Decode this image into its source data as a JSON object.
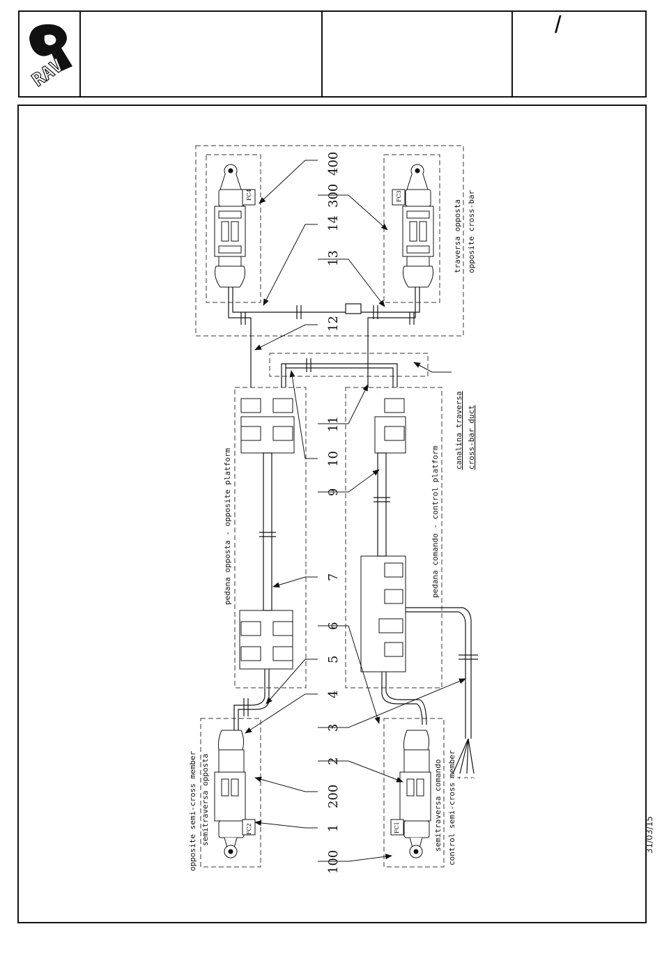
{
  "title_block": {
    "logo_text": "RAV",
    "revision_mark": "/"
  },
  "date": "31/03/15",
  "labels": {
    "pedana_opposta": "pedana opposta - opposite platform",
    "pedana_comando": "pedana comando - control platform",
    "traversa_opposta_it": "traversa opposta",
    "traversa_opposta_en": "opposite cross-bar",
    "canalina_it": "canalina traversa",
    "canalina_en": "cross-bar duct",
    "semitraversa_opposta_en": "opposite semi-cross member",
    "semitraversa_opposta_it": "semitraversa opposta",
    "semitraversa_comando_it": "semitraversa comando",
    "semitraversa_comando_en": "control semi-cross member"
  },
  "callouts": {
    "n1": "1",
    "n2": "2",
    "n3": "3",
    "n4": "4",
    "n5": "5",
    "n6": "6",
    "n7": "7",
    "n9": "9",
    "n10": "10",
    "n11": "11",
    "n12": "12",
    "n13": "13",
    "n14": "14",
    "n100": "100",
    "n200": "200",
    "n300": "300",
    "n400": "400"
  },
  "switches": {
    "fc1": "FC1",
    "fc2": "FC2",
    "fc3": "FC3",
    "fc4": "FC4"
  },
  "wire_numbers": [
    "3",
    "4",
    "3",
    "7"
  ]
}
